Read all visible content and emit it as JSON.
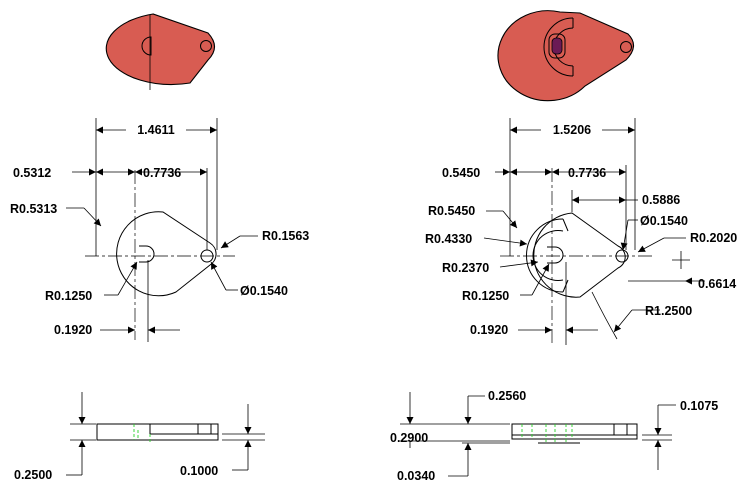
{
  "colors": {
    "shaded_fill": "#d85c52",
    "line": "#000000",
    "hidden_line": "#2bd12b",
    "background": "#ffffff"
  },
  "left_part": {
    "dim_overall_width": "1.4611",
    "dim_left_offset": "0.5312",
    "dim_center_distance": "0.7736",
    "dim_big_radius": "R0.5313",
    "dim_small_radius": "R0.1563",
    "dim_slot_radius": "R0.1250",
    "dim_hole_diameter": "Ø0.1540",
    "dim_slot_width": "0.1920",
    "dim_total_height": "0.2500",
    "dim_boss_height": "0.1000"
  },
  "right_part": {
    "dim_overall_width": "1.5206",
    "dim_left_offset": "0.5450",
    "dim_center_distance": "0.7736",
    "dim_edge_offset": "0.5886",
    "dim_big_radius": "R0.5450",
    "dim_groove_radius": "R0.4330",
    "dim_inner_radius": "R0.2370",
    "dim_slot_radius": "R0.1250",
    "dim_hole_diameter": "Ø0.1540",
    "dim_small_radius": "R0.2020",
    "dim_vertical_offset": "0.6614",
    "dim_arc_radius": "R1.2500",
    "dim_slot_width": "0.1920",
    "dim_recess_depth": "0.2560",
    "dim_total_height": "0.2900",
    "dim_base_step": "0.0340",
    "dim_boss_height": "0.1075"
  }
}
